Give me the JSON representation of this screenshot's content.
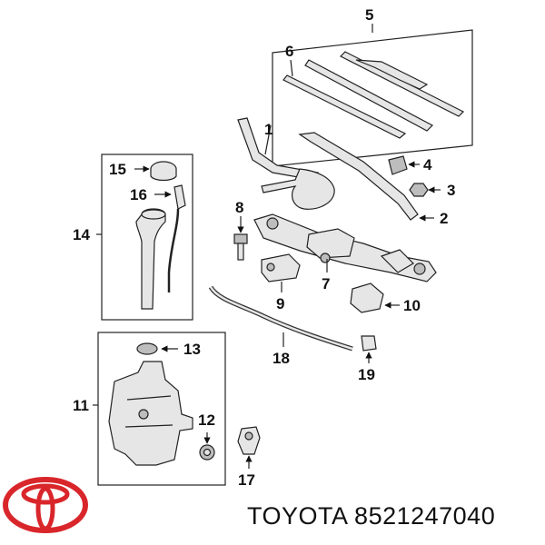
{
  "diagram": {
    "callouts": {
      "c1": "1",
      "c2": "2",
      "c3": "3",
      "c4": "4",
      "c5": "5",
      "c6": "6",
      "c7": "7",
      "c8": "8",
      "c9": "9",
      "c10": "10",
      "c11": "11",
      "c12": "12",
      "c13": "13",
      "c14": "14",
      "c15": "15",
      "c16": "16",
      "c17": "17",
      "c18": "18",
      "c19": "19"
    }
  },
  "caption": {
    "brand": "TOYOTA",
    "part_number": "8521247040"
  },
  "colors": {
    "logo": "#d9262b",
    "lines": "#222222",
    "parts": "#e6e6e6"
  }
}
